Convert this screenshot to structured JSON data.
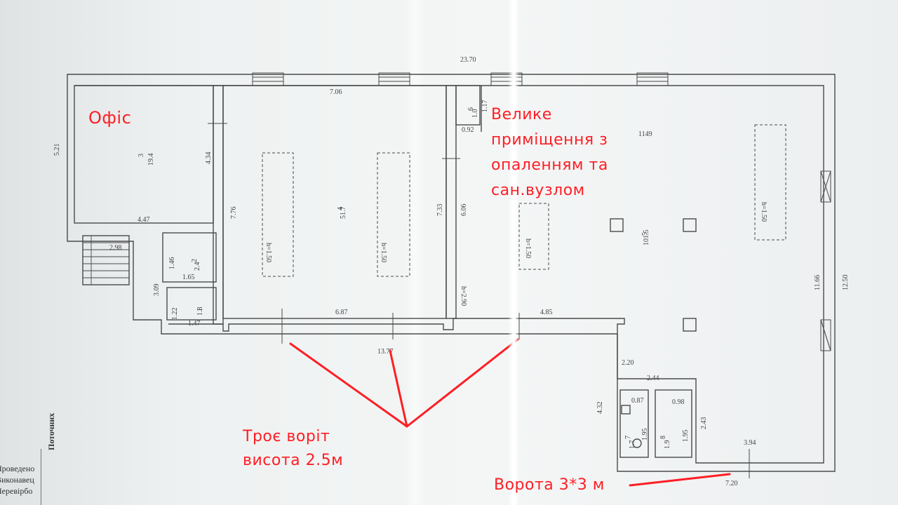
{
  "plan_labels": {
    "total_width": "23.70",
    "left_height": "5.21",
    "office_room": "3",
    "office_area": "19.4",
    "office_height_dim": "4.34",
    "office_width": "4.47",
    "stairs_width": "2.98",
    "room2_id": "2",
    "room2_area": "2.4",
    "room2_h": "1.46",
    "room2_w": "1.65",
    "room1_id": "1",
    "room1_area": "1.8",
    "room1_h": "1.22",
    "room1_w": "1.47",
    "left_depth": "3.09",
    "hall_width_top": "7.06",
    "hall_room": "4",
    "hall_area": "51.7",
    "hall_left_dim": "7.76",
    "hall_right_dim": "7.33",
    "hall_bottom": "6.87",
    "pit": "h=1.50",
    "room6_id": "6",
    "room6_area": "1.0",
    "room6_a": "1.17",
    "room6_b": "0.92",
    "corridor_dim": "6.06",
    "corridor_pit": "h=2.90",
    "corridor_bottom": "4.85",
    "big_room": "5",
    "big_area": "101.5",
    "big_top": "1149",
    "right_inner": "11.66",
    "right_outer": "12.50",
    "overall_bottom": "13.77",
    "d220": "2.20",
    "d244": "2.44",
    "d087": "0.87",
    "d098": "0.98",
    "d432": "4.32",
    "d243": "2.43",
    "room7_id": "7",
    "room7_area": "1.7",
    "room8_id": "8",
    "room8_area": "1.9",
    "d195a": "1.95",
    "d195b": "1.95",
    "d394": "3.94",
    "d720": "7.20"
  },
  "annotations": {
    "office": "Офіс",
    "big_room_line1": "Велике",
    "big_room_line2": "приміщення з",
    "big_room_line3": "опаленням та",
    "big_room_line4": "сан.вузлом",
    "gates_line1": "Троє воріт",
    "gates_line2": "висота 2.5м",
    "gate_main": "Ворота 3*3 м"
  },
  "side_text": {
    "header": "Поточних",
    "l1": "Проведено",
    "l2": "Виконавец",
    "l3": "Перевірбо"
  },
  "colors": {
    "annotation": "#ff1e24",
    "lines": "#4a4a4a"
  }
}
